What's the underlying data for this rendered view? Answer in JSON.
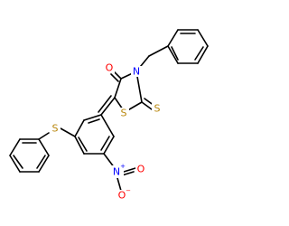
{
  "molecule": {
    "atoms": {
      "O_carbonyl": {
        "symbol": "O",
        "element": "oxygen",
        "color": "#ff0000"
      },
      "N_ring": {
        "symbol": "N",
        "element": "nitrogen",
        "color": "#0000ff"
      },
      "S_ring": {
        "symbol": "S",
        "element": "sulfur",
        "color": "#b8860b"
      },
      "S_thione": {
        "symbol": "S",
        "element": "sulfur",
        "color": "#b8860b"
      },
      "S_thioether": {
        "symbol": "S",
        "element": "sulfur",
        "color": "#b8860b"
      },
      "N_nitro": {
        "symbol": "N",
        "charge": "+",
        "element": "nitrogen",
        "color": "#0000ff"
      },
      "O_nitro_double": {
        "symbol": "O",
        "element": "oxygen",
        "color": "#ff0000"
      },
      "O_nitro_single": {
        "symbol": "O",
        "charge": "−",
        "element": "oxygen",
        "color": "#ff0000"
      }
    },
    "bond_color": "#000000"
  }
}
